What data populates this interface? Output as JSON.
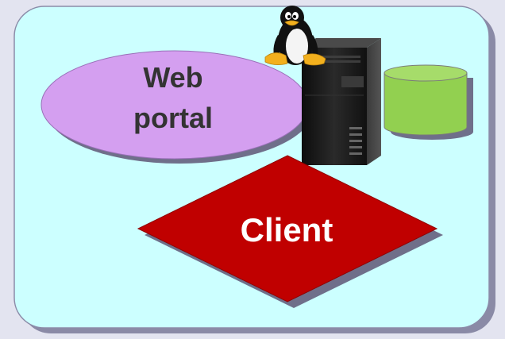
{
  "diagram": {
    "nodes": {
      "web_portal": {
        "line1": "Web",
        "line2": "portal",
        "color": "#d49ff0"
      },
      "client": {
        "label": "Client",
        "color": "#c00000"
      },
      "server": {
        "color": "#1a1a1a"
      },
      "database": {
        "color": "#92d050"
      },
      "linux_mascot": {
        "icon": "penguin-icon"
      }
    },
    "colors": {
      "background": "#e3e4f0",
      "panel": "#ccffff",
      "panel_border": "#6b6b85"
    }
  }
}
